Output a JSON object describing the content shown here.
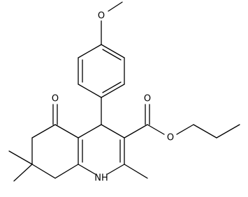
{
  "molecule": {
    "atoms": {
      "methoxy_oxygen": "O",
      "ketone_oxygen": "O",
      "ester_carbonyl_oxygen": "O",
      "ester_alkoxy_oxygen": "O",
      "ring_nitrogen": "NH"
    }
  },
  "colors": {
    "bond": "#000000",
    "label": "#000000",
    "background": "#ffffff"
  }
}
